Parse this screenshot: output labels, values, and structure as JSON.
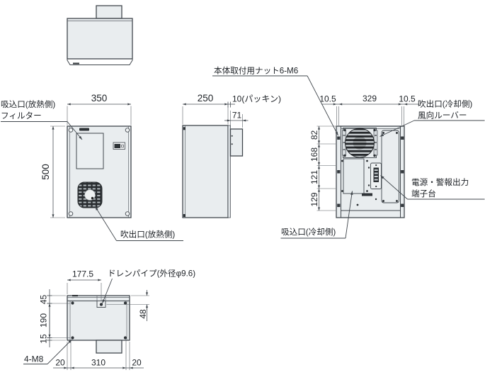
{
  "drawing": {
    "front": {
      "dim_width": "350",
      "dim_height": "500",
      "label_intake": "吸込口(放熱側)",
      "label_filter": "フィルター",
      "label_outlet": "吹出口(放熱側)"
    },
    "side": {
      "dim_depth": "250",
      "dim_packing": "10(パッキン)",
      "dim_duct": "71"
    },
    "rear": {
      "dim_flange_left": "10.5",
      "dim_width": "329",
      "dim_flange_right": "10.5",
      "dim_v1": "82",
      "dim_v2": "168",
      "dim_v3": "121",
      "dim_v4": "129",
      "label_nut": "本体取付用ナット6-M6",
      "label_louver1": "吹出口(冷却側)",
      "label_louver2": "風向ルーバー",
      "label_terminal1": "電源・警報出力",
      "label_terminal2": "端子台",
      "label_intake": "吸込口(冷却側)"
    },
    "bottom": {
      "dim_drain_x": "177.5",
      "label_drain": "ドレンパイプ(外径φ9.6)",
      "dim_top": "45",
      "dim_mid": "190",
      "dim_bot": "15",
      "dim_drain_y": "48",
      "label_bolt": "4-M8",
      "dim_b_left": "20",
      "dim_b_mid": "310",
      "dim_b_right": "20"
    },
    "colors": {
      "body_fill": "#e9edef",
      "outline": "#41474d",
      "dark_feature": "#2b2f33",
      "text": "#1d2126"
    }
  }
}
